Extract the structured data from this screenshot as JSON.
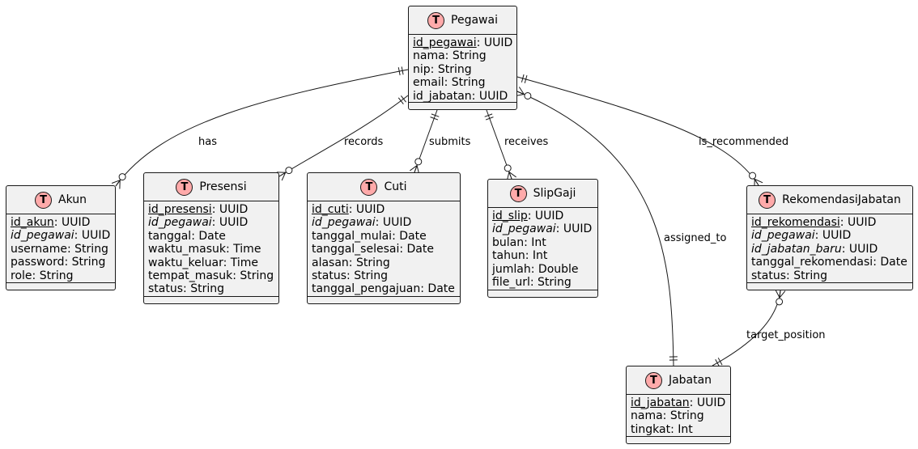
{
  "entity_icon": "T",
  "entities": {
    "pegawai": {
      "name": "Pegawai",
      "attrs": [
        {
          "name": "id_pegawai",
          "type": ": UUID",
          "kind": "pk"
        },
        {
          "name": "nama",
          "type": ": String",
          "kind": "plain"
        },
        {
          "name": "nip",
          "type": ": String",
          "kind": "plain"
        },
        {
          "name": "email",
          "type": ": String",
          "kind": "plain"
        },
        {
          "name": "id_jabatan",
          "type": ": UUID",
          "kind": "plain"
        }
      ]
    },
    "akun": {
      "name": "Akun",
      "attrs": [
        {
          "name": "id_akun",
          "type": ": UUID",
          "kind": "pk"
        },
        {
          "name": "id_pegawai",
          "type": ": UUID",
          "kind": "fk"
        },
        {
          "name": "username",
          "type": ": String",
          "kind": "plain"
        },
        {
          "name": "password",
          "type": ": String",
          "kind": "plain"
        },
        {
          "name": "role",
          "type": ": String",
          "kind": "plain"
        }
      ]
    },
    "presensi": {
      "name": "Presensi",
      "attrs": [
        {
          "name": "id_presensi",
          "type": ": UUID",
          "kind": "pk"
        },
        {
          "name": "id_pegawai",
          "type": ": UUID",
          "kind": "fk"
        },
        {
          "name": "tanggal",
          "type": ": Date",
          "kind": "plain"
        },
        {
          "name": "waktu_masuk",
          "type": ": Time",
          "kind": "plain"
        },
        {
          "name": "waktu_keluar",
          "type": ": Time",
          "kind": "plain"
        },
        {
          "name": "tempat_masuk",
          "type": ": String",
          "kind": "plain"
        },
        {
          "name": "status",
          "type": ": String",
          "kind": "plain"
        }
      ]
    },
    "cuti": {
      "name": "Cuti",
      "attrs": [
        {
          "name": "id_cuti",
          "type": ": UUID",
          "kind": "pk"
        },
        {
          "name": "id_pegawai",
          "type": ": UUID",
          "kind": "fk"
        },
        {
          "name": "tanggal_mulai",
          "type": ": Date",
          "kind": "plain"
        },
        {
          "name": "tanggal_selesai",
          "type": ": Date",
          "kind": "plain"
        },
        {
          "name": "alasan",
          "type": ": String",
          "kind": "plain"
        },
        {
          "name": "status",
          "type": ": String",
          "kind": "plain"
        },
        {
          "name": "tanggal_pengajuan",
          "type": ": Date",
          "kind": "plain"
        }
      ]
    },
    "slipgaji": {
      "name": "SlipGaji",
      "attrs": [
        {
          "name": "id_slip",
          "type": ": UUID",
          "kind": "pk"
        },
        {
          "name": "id_pegawai",
          "type": ": UUID",
          "kind": "fk"
        },
        {
          "name": "bulan",
          "type": ": Int",
          "kind": "plain"
        },
        {
          "name": "tahun",
          "type": ": Int",
          "kind": "plain"
        },
        {
          "name": "jumlah",
          "type": ": Double",
          "kind": "plain"
        },
        {
          "name": "file_url",
          "type": ": String",
          "kind": "plain"
        }
      ]
    },
    "rekomendasi": {
      "name": "RekomendasiJabatan",
      "attrs": [
        {
          "name": "id_rekomendasi",
          "type": ": UUID",
          "kind": "pk"
        },
        {
          "name": "id_pegawai",
          "type": ": UUID",
          "kind": "fk"
        },
        {
          "name": "id_jabatan_baru",
          "type": ": UUID",
          "kind": "fk"
        },
        {
          "name": "tanggal_rekomendasi",
          "type": ": Date",
          "kind": "plain"
        },
        {
          "name": "status",
          "type": ": String",
          "kind": "plain"
        }
      ]
    },
    "jabatan": {
      "name": "Jabatan",
      "attrs": [
        {
          "name": "id_jabatan",
          "type": ": UUID",
          "kind": "pk"
        },
        {
          "name": "nama",
          "type": ": String",
          "kind": "plain"
        },
        {
          "name": "tingkat",
          "type": ": Int",
          "kind": "plain"
        }
      ]
    }
  },
  "relationships": [
    {
      "id": "has",
      "label": "has",
      "from": "pegawai",
      "to": "akun",
      "from_card": "one",
      "to_card": "zero-many"
    },
    {
      "id": "records",
      "label": "records",
      "from": "pegawai",
      "to": "presensi",
      "from_card": "one",
      "to_card": "zero-many"
    },
    {
      "id": "submits",
      "label": "submits",
      "from": "pegawai",
      "to": "cuti",
      "from_card": "one",
      "to_card": "zero-many"
    },
    {
      "id": "receives",
      "label": "receives",
      "from": "pegawai",
      "to": "slipgaji",
      "from_card": "one",
      "to_card": "zero-many"
    },
    {
      "id": "assigned_to",
      "label": "assigned_to",
      "from": "pegawai",
      "to": "jabatan",
      "from_card": "zero-many",
      "to_card": "one"
    },
    {
      "id": "is_recommended",
      "label": "is_recommended",
      "from": "pegawai",
      "to": "rekomendasi",
      "from_card": "one",
      "to_card": "zero-many"
    },
    {
      "id": "target_position",
      "label": "target_position",
      "from": "rekomendasi",
      "to": "jabatan",
      "from_card": "zero-many",
      "to_card": "one"
    }
  ]
}
